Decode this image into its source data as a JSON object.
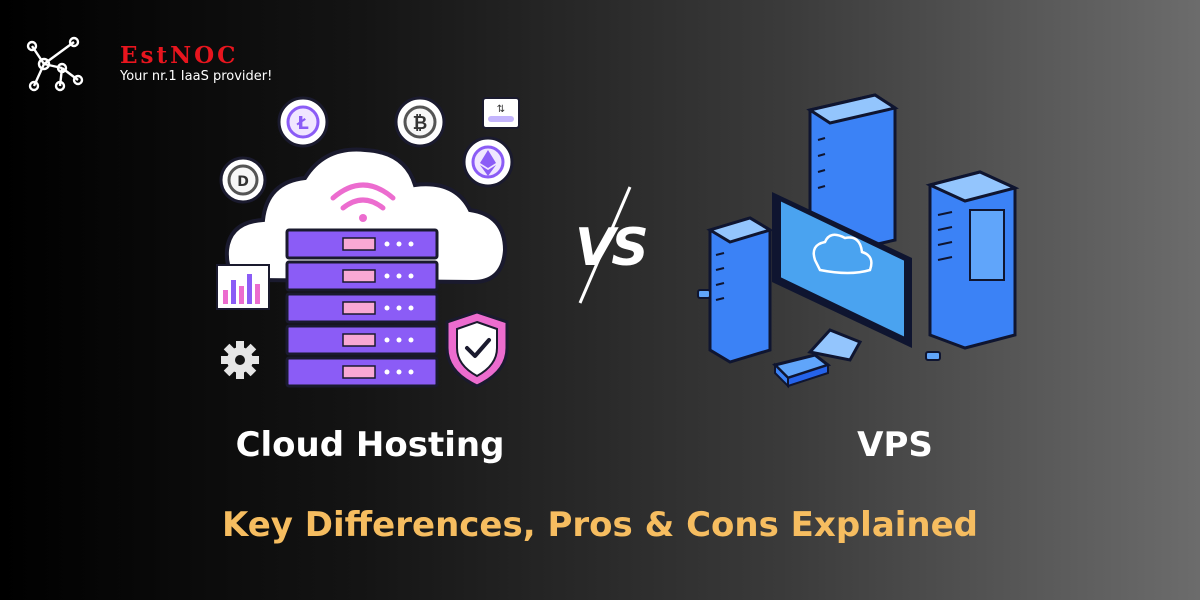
{
  "brand": {
    "name": "EstNOC",
    "tagline": "Your nr.1 IaaS provider!"
  },
  "comparison": {
    "left_label": "Cloud Hosting",
    "vs_label": "VS",
    "right_label": "VPS"
  },
  "subtitle": "Key Differences, Pros & Cons Explained",
  "colors": {
    "brand_red": "#e8151e",
    "subtitle_yellow": "#f6bd60",
    "server_purple": "#8b5cf6",
    "accent_pink": "#ec6ccf",
    "vps_blue": "#3b82f6",
    "monitor_blue": "#4aa3f0"
  },
  "icons": [
    "network-logo-icon",
    "litecoin-icon",
    "bitcoin-icon",
    "ethereum-icon",
    "dash-coin-icon",
    "wifi-icon",
    "bar-chart-icon",
    "gear-icon",
    "shield-check-icon",
    "transfer-card-icon",
    "cloud-icon",
    "router-icon"
  ]
}
